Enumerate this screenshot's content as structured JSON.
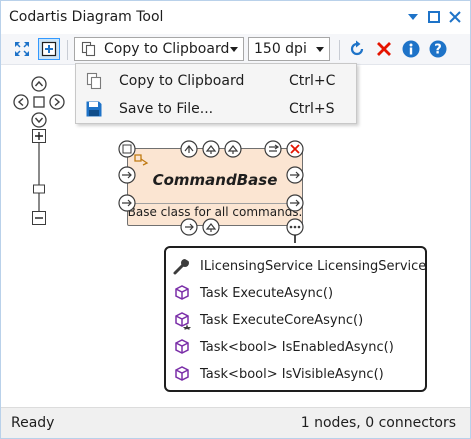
{
  "window": {
    "title": "Codartis Diagram Tool",
    "title_buttons": [
      "chevron-down-icon",
      "maximize-icon",
      "close-icon"
    ]
  },
  "toolbar": {
    "export_combo_label": "Copy to Clipboard",
    "dpi_combo_value": "150 dpi",
    "buttons": [
      "fit-to-view-icon",
      "follow-focus-icon",
      "refresh-icon",
      "clear-icon",
      "info-icon",
      "help-icon"
    ]
  },
  "menu": {
    "items": [
      {
        "label": "Copy to Clipboard",
        "shortcut": "Ctrl+C",
        "icon": "copy-icon"
      },
      {
        "label": "Save to File...",
        "shortcut": "Ctrl+S",
        "icon": "save-icon"
      }
    ]
  },
  "node": {
    "title": "CommandBase",
    "description": "Base class for all commands."
  },
  "members": [
    {
      "text": "ILicensingService LicensingService",
      "icon": "wrench-icon"
    },
    {
      "text": "Task ExecuteAsync()",
      "icon": "method-icon"
    },
    {
      "text": "Task ExecuteCoreAsync()",
      "icon": "protected-method-icon"
    },
    {
      "text": "Task<bool> IsEnabledAsync()",
      "icon": "method-icon"
    },
    {
      "text": "Task<bool> IsVisibleAsync()",
      "icon": "method-icon"
    }
  ],
  "status": {
    "left": "Ready",
    "right": "1 nodes, 0 connectors"
  },
  "colors": {
    "accent_blue": "#1e73c8",
    "close_red": "#e51400",
    "node_fill": "#fbe5d2",
    "method_purple": "#7b2fa8"
  }
}
